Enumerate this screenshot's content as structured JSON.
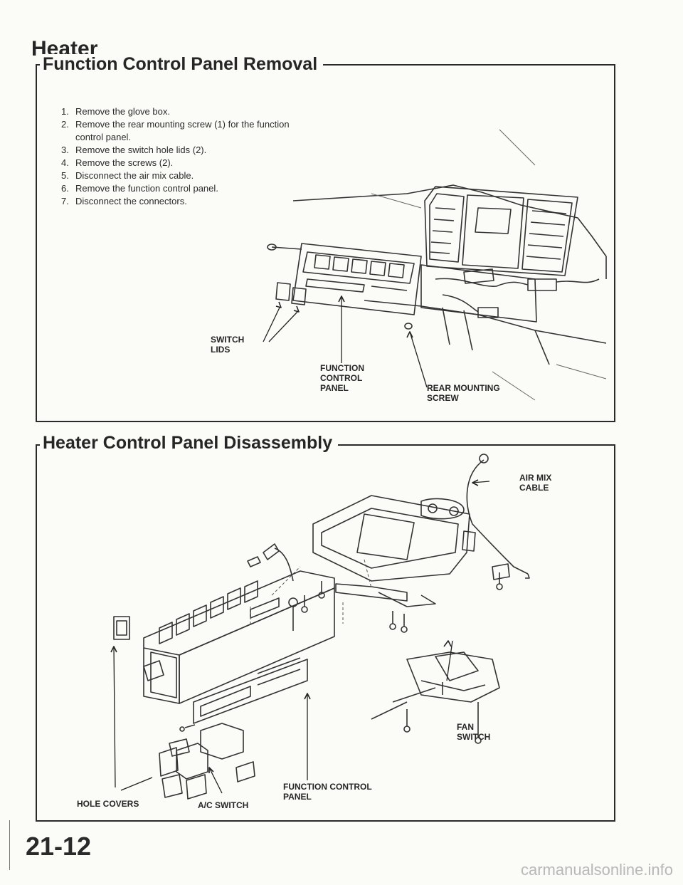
{
  "page": {
    "title": "Heater",
    "page_number": "21-12",
    "watermark": "carmanualsonline.info"
  },
  "removal": {
    "title": "Function Control Panel Removal",
    "steps": [
      {
        "num": "1.",
        "text": "Remove the glove box."
      },
      {
        "num": "2.",
        "text": "Remove the rear mounting screw (1) for the function control panel."
      },
      {
        "num": "3.",
        "text": "Remove the switch hole lids (2)."
      },
      {
        "num": "4.",
        "text": "Remove the screws (2)."
      },
      {
        "num": "5.",
        "text": "Disconnect the air mix cable."
      },
      {
        "num": "6.",
        "text": "Remove the function control panel."
      },
      {
        "num": "7.",
        "text": "Disconnect the connectors."
      }
    ],
    "callouts": {
      "switch_lids_1": "SWITCH",
      "switch_lids_2": "LIDS",
      "function_control_panel_1": "FUNCTION",
      "function_control_panel_2": "CONTROL",
      "function_control_panel_3": "PANEL",
      "rear_mounting_screw_1": "REAR MOUNTING",
      "rear_mounting_screw_2": "SCREW"
    }
  },
  "disassembly": {
    "title": "Heater Control Panel Disassembly",
    "callouts": {
      "air_mix_cable_1": "AIR MIX",
      "air_mix_cable_2": "CABLE",
      "fan_switch_1": "FAN",
      "fan_switch_2": "SWITCH",
      "function_control_panel_1": "FUNCTION CONTROL",
      "function_control_panel_2": "PANEL",
      "hole_covers": "HOLE COVERS",
      "ac_switch": "A/C SWITCH"
    }
  }
}
